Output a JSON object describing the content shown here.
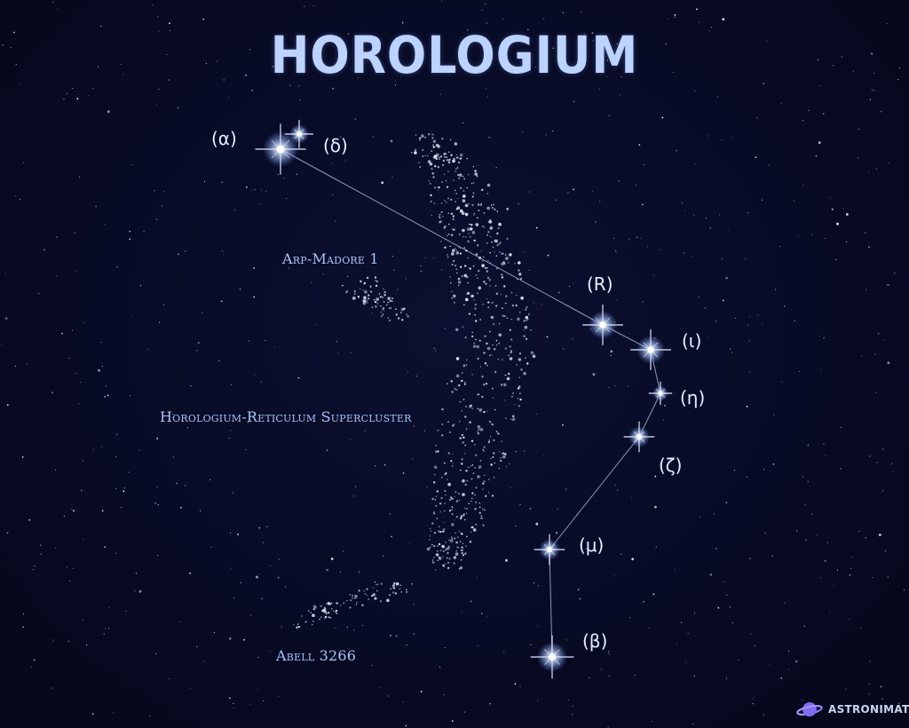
{
  "title": "HOROLOGIUM",
  "stars": [
    {
      "id": "alpha",
      "label": "(α)",
      "size": 1.0
    },
    {
      "id": "delta",
      "label": "(δ)",
      "size": 0.55
    },
    {
      "id": "r",
      "label": "(R)",
      "size": 0.8
    },
    {
      "id": "iota",
      "label": "(ι)",
      "size": 0.8
    },
    {
      "id": "eta",
      "label": "(η)",
      "size": 0.45
    },
    {
      "id": "zeta",
      "label": "(ζ)",
      "size": 0.6
    },
    {
      "id": "mu",
      "label": "(μ)",
      "size": 0.6
    },
    {
      "id": "beta",
      "label": "(β)",
      "size": 0.85
    }
  ],
  "deep_sky_objects": {
    "arp_madore": "Arp-Madore 1",
    "supercluster": "Horologium-Reticulum Supercluster",
    "abell": "Abell 3266"
  },
  "logo": {
    "text": "ASTRONIMATE",
    "icon": "planet-icon"
  },
  "colors": {
    "background": "#070a22",
    "title": "#bcd2ff",
    "star_label": "#e6eeff",
    "object_label": "#a9c3f5",
    "constellation_line": "#b9c6e6"
  }
}
